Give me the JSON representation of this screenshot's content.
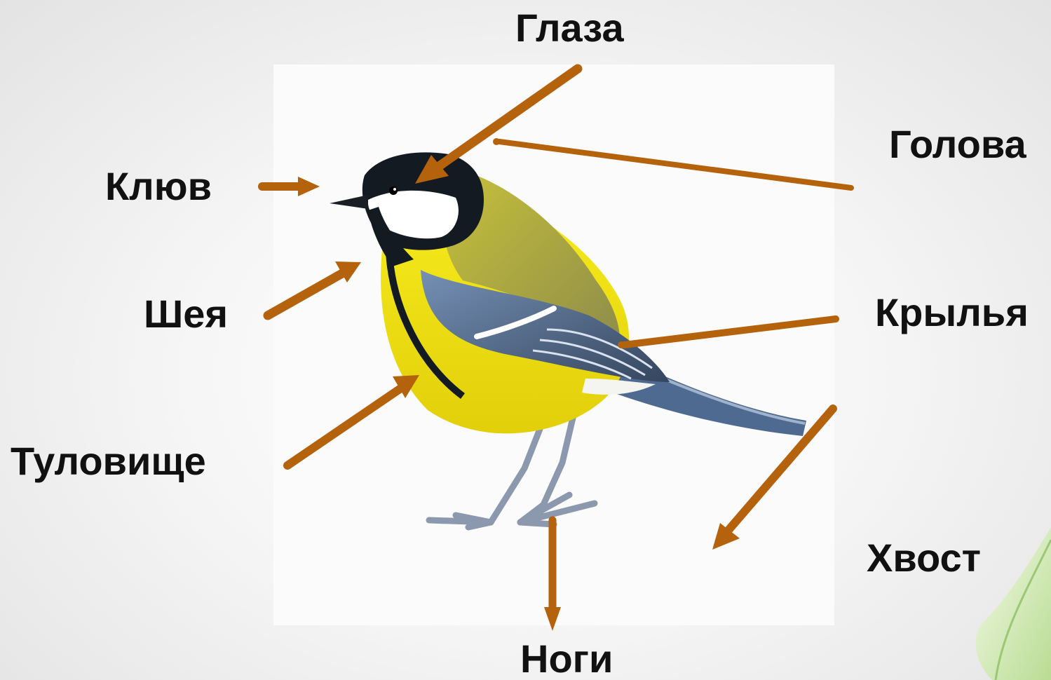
{
  "labels": {
    "eyes": "Глаза",
    "head": "Голова",
    "beak": "Клюв",
    "neck": "Шея",
    "wings": "Крылья",
    "body": "Туловище",
    "tail": "Хвост",
    "legs": "Ноги"
  },
  "colors": {
    "arrow": "#b5620c",
    "plumage_yellow": "#f2e313",
    "plumage_olive": "#9c9a3c",
    "wing_blue": "#5f7fa8",
    "cap_black": "#141a22",
    "cheek_white": "#ffffff",
    "leg_grey": "#8c98ad",
    "leaf_green": "#cfe8b0"
  }
}
